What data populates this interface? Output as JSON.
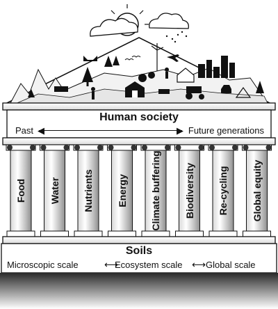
{
  "roof": {
    "title": "Human society",
    "left_label": "Past",
    "right_label": "Future generations",
    "arrow": "⟷"
  },
  "pillars": [
    "Food",
    "Water",
    "Nutrients",
    "Energy",
    "Climate buffering",
    "Biodiversity",
    "Re-cycling",
    "Global equity"
  ],
  "base": {
    "title": "Soils",
    "scales": [
      "Microscopic scale",
      "Ecosystem scale",
      "Global scale"
    ],
    "arrow": "⟷"
  }
}
